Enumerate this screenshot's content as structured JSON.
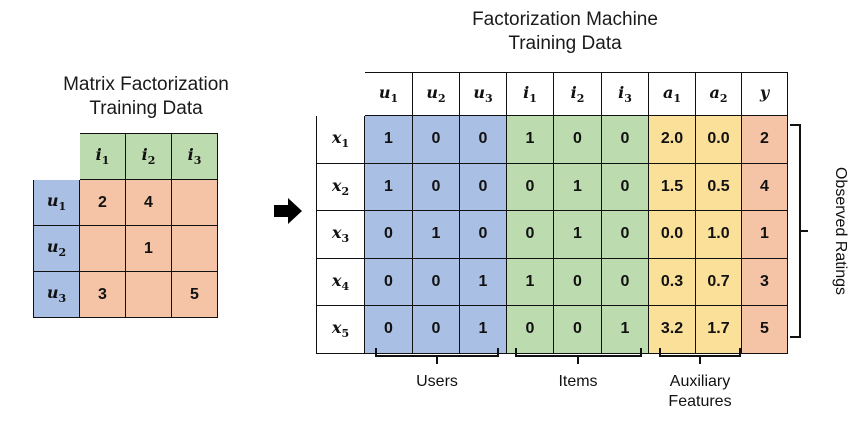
{
  "mf": {
    "title_lines": [
      "Matrix Factorization",
      "Training Data"
    ],
    "col_headers": [
      {
        "sym": "i",
        "sub": "1"
      },
      {
        "sym": "i",
        "sub": "2"
      },
      {
        "sym": "i",
        "sub": "3"
      }
    ],
    "rows": [
      {
        "sym": "u",
        "sub": "1",
        "values": [
          "2",
          "4",
          ""
        ]
      },
      {
        "sym": "u",
        "sub": "2",
        "values": [
          "",
          "1",
          ""
        ]
      },
      {
        "sym": "u",
        "sub": "3",
        "values": [
          "3",
          "",
          "5"
        ]
      }
    ]
  },
  "fm": {
    "title_lines": [
      "Factorization Machine",
      "Training Data"
    ],
    "col_headers": [
      {
        "sym": "u",
        "sub": "1",
        "group": "user"
      },
      {
        "sym": "u",
        "sub": "2",
        "group": "user"
      },
      {
        "sym": "u",
        "sub": "3",
        "group": "user"
      },
      {
        "sym": "i",
        "sub": "1",
        "group": "item"
      },
      {
        "sym": "i",
        "sub": "2",
        "group": "item"
      },
      {
        "sym": "i",
        "sub": "3",
        "group": "item"
      },
      {
        "sym": "a",
        "sub": "1",
        "group": "aux"
      },
      {
        "sym": "a",
        "sub": "2",
        "group": "aux"
      },
      {
        "sym": "y",
        "sub": "",
        "group": "rate"
      }
    ],
    "rows": [
      {
        "sym": "x",
        "sub": "1",
        "values": [
          "1",
          "0",
          "0",
          "1",
          "0",
          "0",
          "2.0",
          "0.0",
          "2"
        ]
      },
      {
        "sym": "x",
        "sub": "2",
        "values": [
          "1",
          "0",
          "0",
          "0",
          "1",
          "0",
          "1.5",
          "0.5",
          "4"
        ]
      },
      {
        "sym": "x",
        "sub": "3",
        "values": [
          "0",
          "1",
          "0",
          "0",
          "1",
          "0",
          "0.0",
          "1.0",
          "1"
        ]
      },
      {
        "sym": "x",
        "sub": "4",
        "values": [
          "0",
          "0",
          "1",
          "1",
          "0",
          "0",
          "0.3",
          "0.7",
          "3"
        ]
      },
      {
        "sym": "x",
        "sub": "5",
        "values": [
          "0",
          "0",
          "1",
          "0",
          "0",
          "1",
          "3.2",
          "1.7",
          "5"
        ]
      }
    ],
    "group_labels": {
      "users": "Users",
      "items": "Items",
      "aux_lines": [
        "Auxiliary",
        "Features"
      ],
      "observed": "Observed Ratings"
    }
  },
  "colors": {
    "user": "#a9bfe3",
    "item": "#bcdcb0",
    "aux": "#fbe09a",
    "rate": "#f5c3a6"
  }
}
